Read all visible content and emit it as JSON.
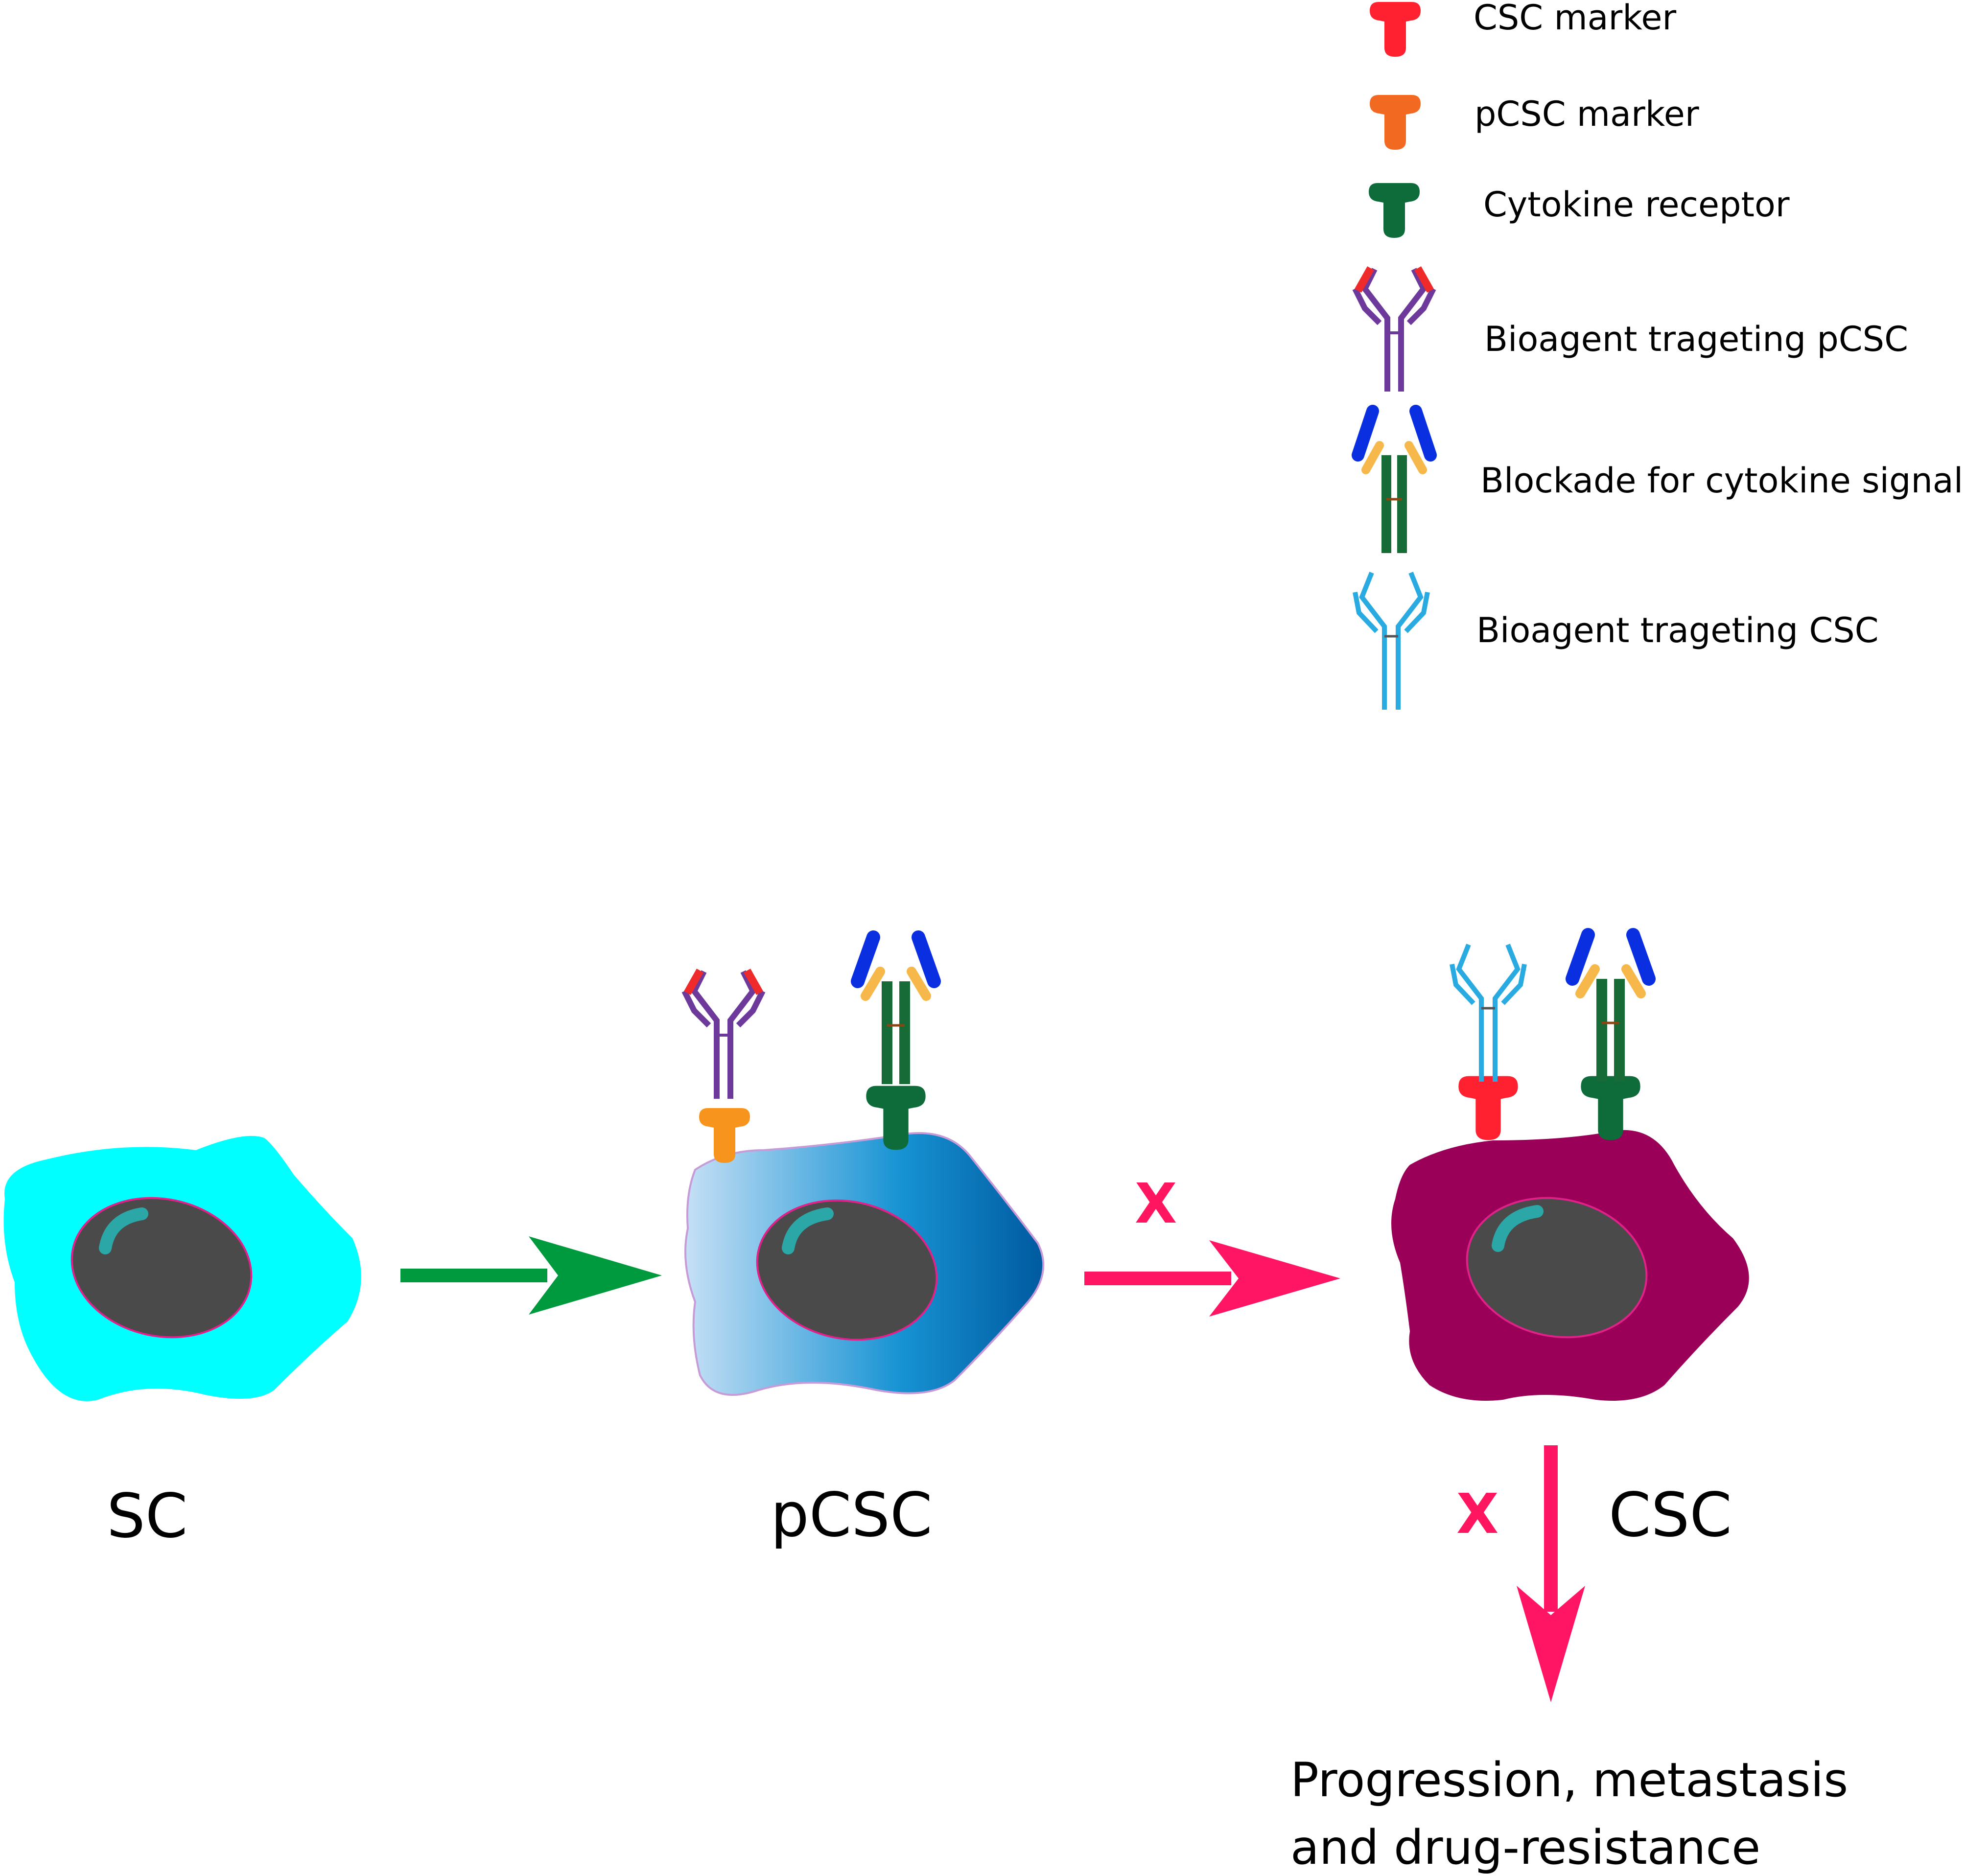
{
  "legend": {
    "csc_marker": "CSC marker",
    "pcsc_marker": "pCSC marker",
    "cytokine_receptor": "Cytokine receptor",
    "bioagent_pcsc": "Bioagent trageting pCSC",
    "blockade": "Blockade for cytokine signal",
    "bioagent_csc": "Bioagent trageting CSC"
  },
  "cells": {
    "sc": "SC",
    "pcsc": "pCSC",
    "csc": "CSC"
  },
  "blocked_marks": {
    "pcsc_to_csc": "X",
    "csc_to_outcome": "X"
  },
  "outcome": {
    "line1": "Progression, metastasis",
    "line2": "and drug-resistance"
  },
  "colors": {
    "sc_cell": "#00ffff",
    "pcsc_cell_light": "#c6e0f6",
    "pcsc_cell_dark": "#005aa0",
    "csc_cell": "#9b0058",
    "nucleus": "#4a4a4a",
    "nucleolus": "#2ba7a7",
    "csc_marker": "#ff2030",
    "pcsc_marker": "#f7941d",
    "cytokine_receptor": "#0e6b3a",
    "bioagent_pcsc_arms": "#6d3a9c",
    "bioagent_pcsc_tips": "#ee2a2a",
    "blockade_stem": "#176b37",
    "blockade_tips": "#0a2fe0",
    "blockade_inner": "#f7b84b",
    "bioagent_csc": "#29abe2",
    "arrow_green": "#009a3e",
    "arrow_blocked": "#ff1563"
  }
}
